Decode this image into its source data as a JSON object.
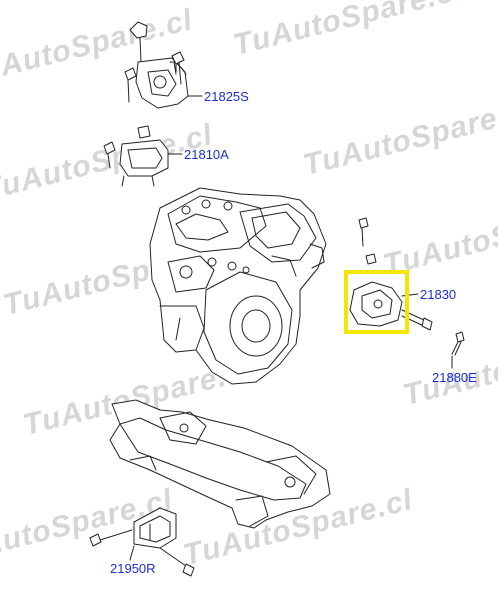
{
  "watermark": {
    "text_a": "TuAutoSpare.cl",
    "text_b": "TuAutoSpare.cl",
    "text_c": "TuAutoSpare.cl",
    "text_d": "TuAutoSpare.cl",
    "text_e": "TuAutoSpare.cl",
    "text_f": "TuAutoSpare.cl",
    "text_g": "TuAutoSpare.cl",
    "text_h": "TuAutoSpare.cl",
    "text_i": "TuAutoSpare.cl",
    "text_j": "TuAutoSpare.cl"
  },
  "labels": {
    "p21825s": "21825S",
    "p21810a": "21810A",
    "p21830": "21830",
    "p21880e": "21880E",
    "p21950r": "21950R"
  },
  "colors": {
    "label": "#1a2fd1",
    "highlight": "#f5e600",
    "line": "#222222",
    "watermark": "#d6d6d6"
  }
}
